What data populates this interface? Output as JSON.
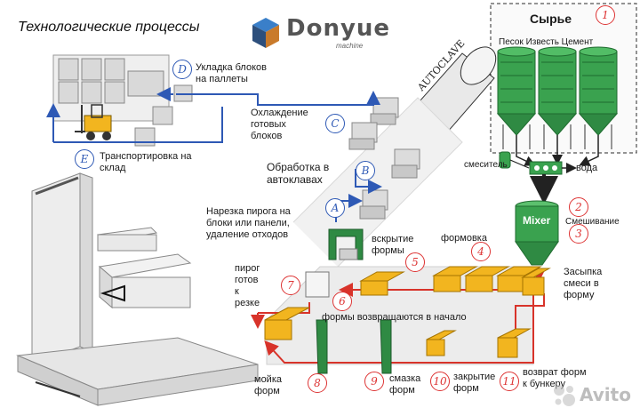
{
  "header": {
    "title": "Технологические процессы",
    "brand_name": "Donyue",
    "brand_sub": "machine"
  },
  "raw": {
    "title": "Сырье",
    "materials": "Песок Известь Цемент",
    "mixer_label": "смеситель",
    "water": "вода",
    "mixer_tank": "Mixer",
    "autoclave": "AUTOCLAVE"
  },
  "steps": {
    "s1": "1",
    "s2": "2",
    "s2_label": "Смешивание",
    "s3": "3",
    "s3_label_1": "Засыпка",
    "s3_label_2": "смеси в",
    "s3_label_3": "форму",
    "s4": "4",
    "s4_label": "формовка",
    "s5": "5",
    "s5_label_1": "вскрытие",
    "s5_label_2": "формы",
    "s6": "6",
    "s7": "7",
    "s7_label_1": "пирог",
    "s7_label_2": "готов",
    "s7_label_3": "к",
    "s7_label_4": "резке",
    "s8": "8",
    "s8_label_1": "мойка",
    "s8_label_2": "форм",
    "s9": "9",
    "s9_label_1": "смазка",
    "s9_label_2": "форм",
    "s10": "10",
    "s10_label_1": "закрытие",
    "s10_label_2": "форм",
    "s11": "11",
    "s11_label_1": "возврат форм",
    "s11_label_2": "к бункеру",
    "return_label": "формы возвращаются в начало"
  },
  "stages": {
    "A": "A",
    "A_label_1": "Нарезка пирога на",
    "A_label_2": "блоки или панели,",
    "A_label_3": "удаление отходов",
    "B": "B",
    "B_label_1": "Обработка в",
    "B_label_2": "автоклавах",
    "C": "C",
    "C_label_1": "Охлаждение",
    "C_label_2": "готовых",
    "C_label_3": "блоков",
    "D": "D",
    "D_label_1": "Укладка блоков",
    "D_label_2": "на паллеты",
    "E": "E",
    "E_label_1": "Транспортировка на",
    "E_label_2": "склад"
  },
  "watermark": "Avito",
  "colors": {
    "silo_green": "#3aa24f",
    "flow_red": "#d8332a",
    "flow_blue": "#2e59b5",
    "mold_yellow": "#f2b51f",
    "frame_green": "#2f8a43",
    "track_gray": "#e6e6e6"
  }
}
